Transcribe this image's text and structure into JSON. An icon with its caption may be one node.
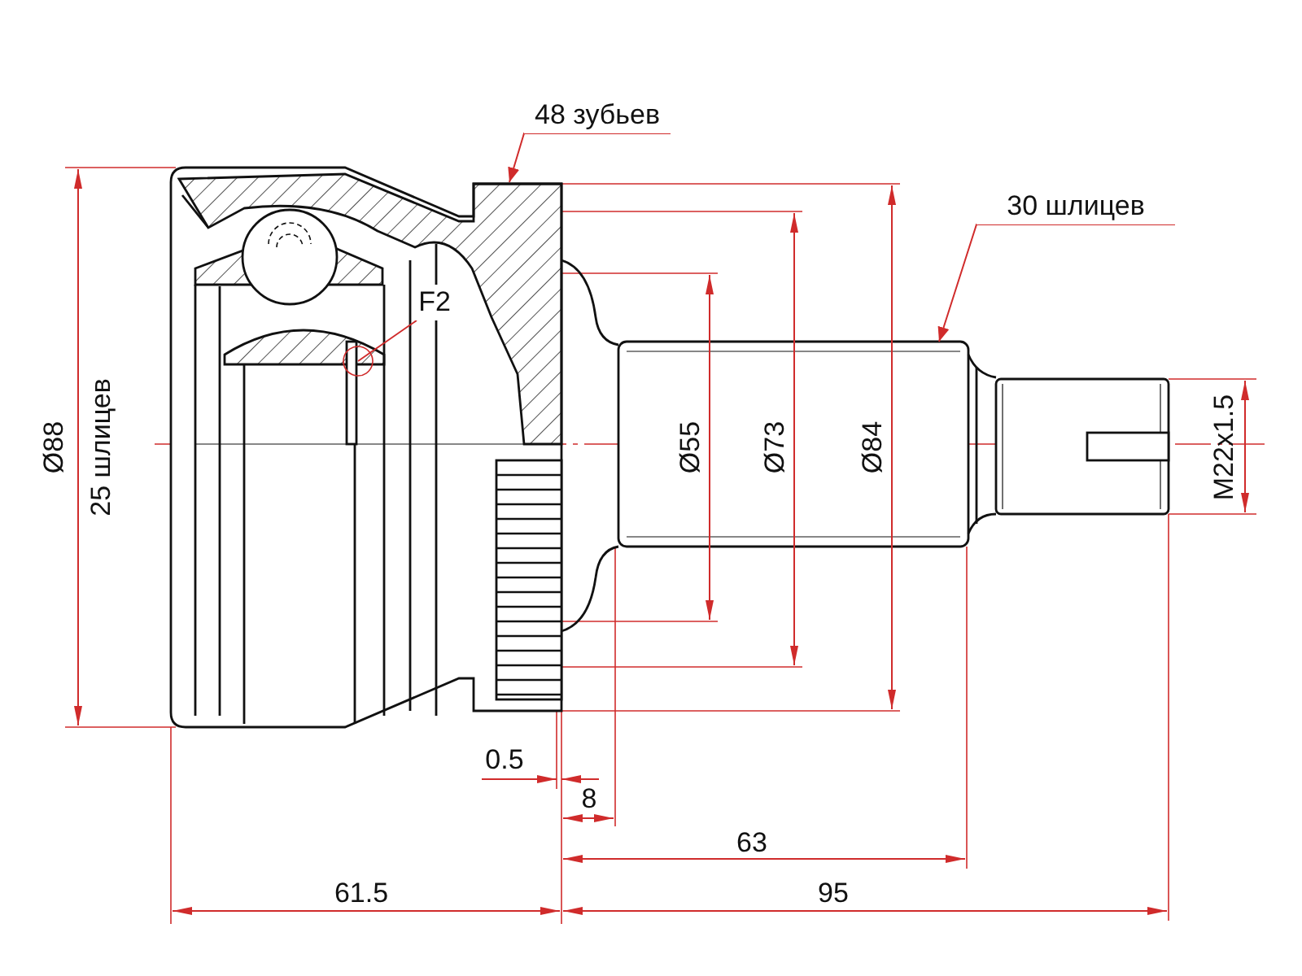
{
  "diagram": {
    "nodes": [
      {
        "text": [
          "48 зубьев"
        ]
      },
      {
        "text": [
          "30 шлицев"
        ]
      },
      {
        "text": [
          "F2"
        ]
      }
    ],
    "edges": [
      {
        "from": 0,
        "to": null,
        "arrow": "to"
      },
      {
        "from": 1,
        "to": null,
        "arrow": "to"
      },
      {
        "from": 2,
        "to": null,
        "arrow": "other"
      }
    ],
    "labels": [
      "Ø88",
      "25 шлицев",
      "Ø55",
      "Ø73",
      "Ø84",
      "M22x1.5",
      "0.5",
      "8",
      "63",
      "61.5",
      "95"
    ]
  }
}
